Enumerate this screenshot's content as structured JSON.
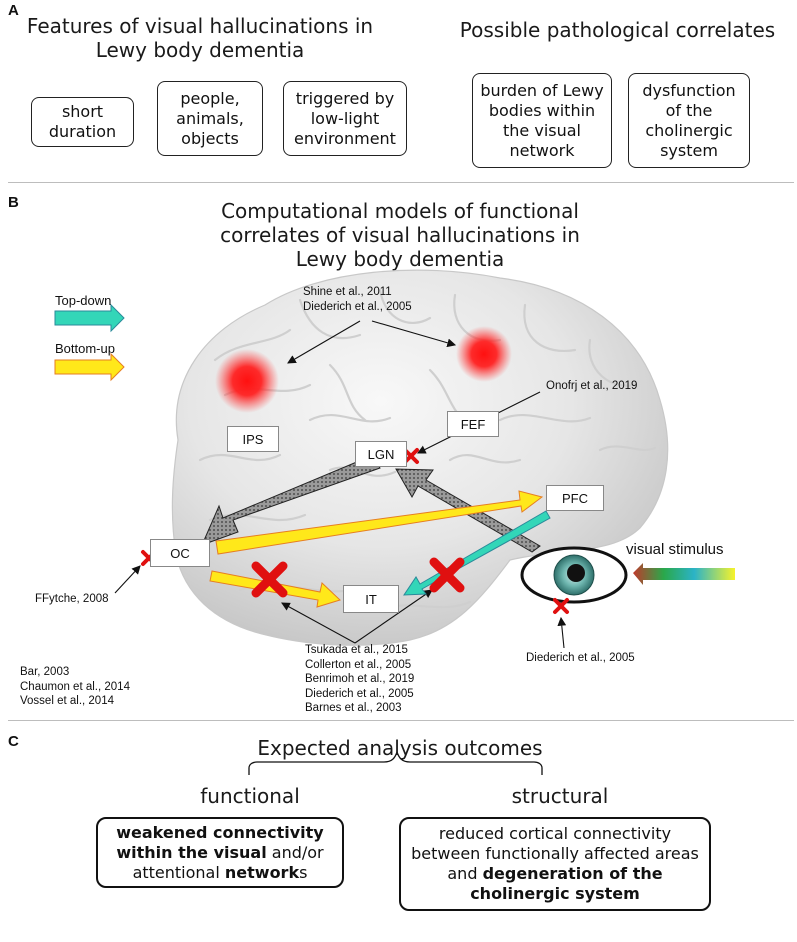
{
  "panel_a": {
    "letter": "A",
    "left_title": "Features of visual hallucinations in Lewy body dementia",
    "right_title": "Possible pathological correlates",
    "feature_boxes": [
      "short duration",
      "people, animals, objects",
      "triggered by low-light environment"
    ],
    "correlate_boxes": [
      "burden of Lewy bodies within the visual network",
      "dysfunction of the cholinergic system"
    ]
  },
  "panel_b": {
    "letter": "B",
    "title": "Computational models of functional correlates of visual hallucinations in Lewy body dementia",
    "legend": {
      "top_down": "Top-down",
      "bottom_up": "Bottom-up",
      "top_down_color": "#33d6b8",
      "bottom_up_color": "#ffe81a"
    },
    "regions": {
      "ips": "IPS",
      "fef": "FEF",
      "lgn": "LGN",
      "pfc": "PFC",
      "oc": "OC",
      "it": "IT"
    },
    "visual_stimulus": "visual stimulus",
    "refs": {
      "shine_diederich": "Shine et al., 2011\nDiederich et al., 2005",
      "onofrj": "Onofrj et al., 2019",
      "ffytche": "FFytche, 2008",
      "it_group": "Tsukada et al., 2015\nCollerton et al., 2005\nBenrimoh et al., 2019\nDiederich et al., 2005\nBarnes et al., 2003",
      "eye": "Diederich et al., 2005",
      "general": "Bar, 2003\nChaumon et al., 2014\nVossel et al., 2014"
    }
  },
  "panel_c": {
    "letter": "C",
    "title": "Expected analysis outcomes",
    "functional_label": "functional",
    "structural_label": "structural",
    "functional_box": {
      "p1": "weakened connectivity within the visual",
      "p2": " and/or attentional ",
      "p3": "network",
      "p4": "s"
    },
    "structural_box": {
      "p1": "reduced cortical connectivity between functionally affected areas and ",
      "p2": "degeneration of the cholinergic system"
    }
  }
}
